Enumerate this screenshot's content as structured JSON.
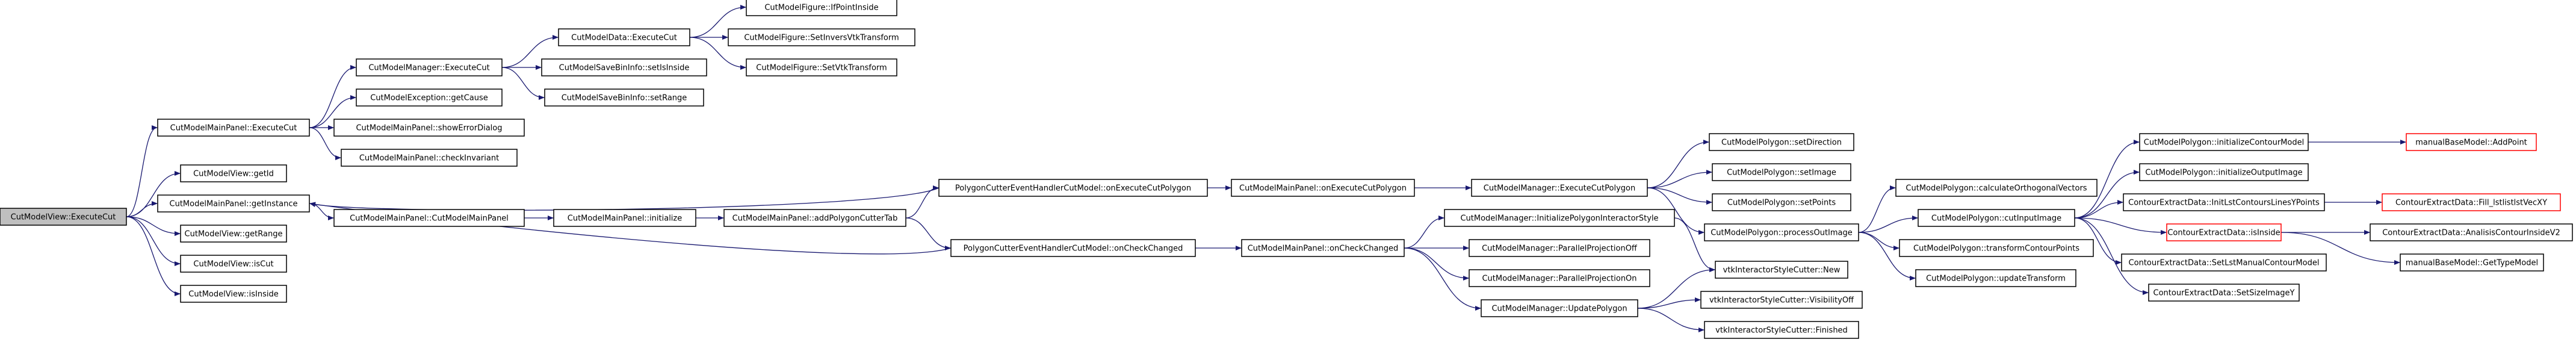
{
  "colors": {
    "edge": "#191970",
    "node_border": "#000000",
    "node_fill": "#ffffff",
    "root_fill": "#bfbfbf",
    "highlight_border": "#ff0000",
    "text": "#000000"
  },
  "nodes": [
    {
      "id": "root",
      "label": "CutModelView::ExecuteCut",
      "style": "root"
    },
    {
      "id": "mp_execcut",
      "label": "CutModelMainPanel::ExecuteCut",
      "style": "normal"
    },
    {
      "id": "view_getid",
      "label": "CutModelView::getId",
      "style": "normal"
    },
    {
      "id": "mp_getinstance",
      "label": "CutModelMainPanel::getInstance",
      "style": "normal"
    },
    {
      "id": "view_getrange",
      "label": "CutModelView::getRange",
      "style": "normal"
    },
    {
      "id": "view_iscut",
      "label": "CutModelView::isCut",
      "style": "normal"
    },
    {
      "id": "view_isinside",
      "label": "CutModelView::isInside",
      "style": "normal"
    },
    {
      "id": "mgr_execcut",
      "label": "CutModelManager::ExecuteCut",
      "style": "normal"
    },
    {
      "id": "exc_getcause",
      "label": "CutModelException::getCause",
      "style": "normal"
    },
    {
      "id": "mp_showerror",
      "label": "CutModelMainPanel::showErrorDialog",
      "style": "normal"
    },
    {
      "id": "mp_checkinv",
      "label": "CutModelMainPanel::checkInvariant",
      "style": "normal"
    },
    {
      "id": "data_execcut",
      "label": "CutModelData::ExecuteCut",
      "style": "normal"
    },
    {
      "id": "save_setisinside",
      "label": "CutModelSaveBinInfo::setIsInside",
      "style": "normal"
    },
    {
      "id": "save_setrange",
      "label": "CutModelSaveBinInfo::setRange",
      "style": "normal"
    },
    {
      "id": "fig_ifpoint",
      "label": "CutModelFigure::IfPointInside",
      "style": "normal"
    },
    {
      "id": "fig_setinvers",
      "label": "CutModelFigure::SetInversVtkTransform",
      "style": "normal"
    },
    {
      "id": "fig_setvtk",
      "label": "CutModelFigure::SetVtkTransform",
      "style": "normal"
    },
    {
      "id": "mp_ctor",
      "label": "CutModelMainPanel::CutModelMainPanel",
      "style": "normal"
    },
    {
      "id": "mp_init",
      "label": "CutModelMainPanel::initialize",
      "style": "normal"
    },
    {
      "id": "mp_addpoly",
      "label": "CutModelMainPanel::addPolygonCutterTab",
      "style": "normal"
    },
    {
      "id": "pch_onexec",
      "label": "PolygonCutterEventHandlerCutModel::onExecuteCutPolygon",
      "style": "normal"
    },
    {
      "id": "pch_oncheck",
      "label": "PolygonCutterEventHandlerCutModel::onCheckChanged",
      "style": "normal"
    },
    {
      "id": "mp_onexec",
      "label": "CutModelMainPanel::onExecuteCutPolygon",
      "style": "normal"
    },
    {
      "id": "mp_oncheck",
      "label": "CutModelMainPanel::onCheckChanged",
      "style": "normal"
    },
    {
      "id": "mgr_execpoly",
      "label": "CutModelManager::ExecuteCutPolygon",
      "style": "normal"
    },
    {
      "id": "mgr_initpoly",
      "label": "CutModelManager::InitializePolygonInteractorStyle",
      "style": "normal"
    },
    {
      "id": "mgr_parproff",
      "label": "CutModelManager::ParallelProjectionOff",
      "style": "normal"
    },
    {
      "id": "mgr_parpron",
      "label": "CutModelManager::ParallelProjectionOn",
      "style": "normal"
    },
    {
      "id": "mgr_updpoly",
      "label": "CutModelManager::UpdatePolygon",
      "style": "normal"
    },
    {
      "id": "poly_setdir",
      "label": "CutModelPolygon::setDirection",
      "style": "normal"
    },
    {
      "id": "poly_setimage",
      "label": "CutModelPolygon::setImage",
      "style": "normal"
    },
    {
      "id": "poly_setpoints",
      "label": "CutModelPolygon::setPoints",
      "style": "normal"
    },
    {
      "id": "poly_process",
      "label": "CutModelPolygon::processOutImage",
      "style": "normal"
    },
    {
      "id": "vtk_new",
      "label": "vtkInteractorStyleCutter::New",
      "style": "normal"
    },
    {
      "id": "vtk_visoff",
      "label": "vtkInteractorStyleCutter::VisibilityOff",
      "style": "normal"
    },
    {
      "id": "vtk_finished",
      "label": "vtkInteractorStyleCutter::Finished",
      "style": "normal"
    },
    {
      "id": "poly_calcorth",
      "label": "CutModelPolygon::calculateOrthogonalVectors",
      "style": "normal"
    },
    {
      "id": "poly_cutinput",
      "label": "CutModelPolygon::cutInputImage",
      "style": "normal"
    },
    {
      "id": "poly_transform",
      "label": "CutModelPolygon::transformContourPoints",
      "style": "normal"
    },
    {
      "id": "poly_updtrans",
      "label": "CutModelPolygon::updateTransform",
      "style": "normal"
    },
    {
      "id": "poly_initcont",
      "label": "CutModelPolygon::initializeContourModel",
      "style": "normal"
    },
    {
      "id": "poly_initout",
      "label": "CutModelPolygon::initializeOutputImage",
      "style": "normal"
    },
    {
      "id": "ced_initlst",
      "label": "ContourExtractData::InitLstContoursLinesYPoints",
      "style": "normal"
    },
    {
      "id": "ced_isinside",
      "label": "ContourExtractData::isInside",
      "style": "highlight"
    },
    {
      "id": "ced_setlst",
      "label": "ContourExtractData::SetLstManualContourModel",
      "style": "normal"
    },
    {
      "id": "ced_setsize",
      "label": "ContourExtractData::SetSizeImageY",
      "style": "normal"
    },
    {
      "id": "mbm_addpoint",
      "label": "manualBaseModel::AddPoint",
      "style": "highlight"
    },
    {
      "id": "ced_fill",
      "label": "ContourExtractData::Fill_lstlistlstVecXY",
      "style": "highlight"
    },
    {
      "id": "ced_analisis",
      "label": "ContourExtractData::AnalisisContourInsideV2",
      "style": "normal"
    },
    {
      "id": "mbm_gettype",
      "label": "manualBaseModel::GetTypeModel",
      "style": "normal"
    }
  ],
  "edges": [
    [
      "root",
      "mp_execcut"
    ],
    [
      "root",
      "view_getid"
    ],
    [
      "root",
      "mp_getinstance"
    ],
    [
      "root",
      "view_getrange"
    ],
    [
      "root",
      "view_iscut"
    ],
    [
      "root",
      "view_isinside"
    ],
    [
      "mp_execcut",
      "mgr_execcut"
    ],
    [
      "mp_execcut",
      "exc_getcause"
    ],
    [
      "mp_execcut",
      "mp_showerror"
    ],
    [
      "mp_execcut",
      "mp_checkinv"
    ],
    [
      "mgr_execcut",
      "data_execcut"
    ],
    [
      "mgr_execcut",
      "save_setisinside"
    ],
    [
      "mgr_execcut",
      "save_setrange"
    ],
    [
      "data_execcut",
      "fig_ifpoint"
    ],
    [
      "data_execcut",
      "fig_setinvers"
    ],
    [
      "data_execcut",
      "fig_setvtk"
    ],
    [
      "mp_getinstance",
      "mp_ctor"
    ],
    [
      "mp_ctor",
      "mp_init"
    ],
    [
      "mp_init",
      "mp_addpoly"
    ],
    [
      "mp_addpoly",
      "pch_onexec"
    ],
    [
      "mp_addpoly",
      "pch_oncheck"
    ],
    [
      "pch_onexec",
      "mp_getinstance"
    ],
    [
      "pch_oncheck",
      "mp_getinstance"
    ],
    [
      "pch_onexec",
      "mp_onexec"
    ],
    [
      "pch_oncheck",
      "mp_oncheck"
    ],
    [
      "mp_onexec",
      "mgr_execpoly"
    ],
    [
      "mgr_execpoly",
      "poly_setdir"
    ],
    [
      "mgr_execpoly",
      "poly_setimage"
    ],
    [
      "mgr_execpoly",
      "poly_setpoints"
    ],
    [
      "mgr_execpoly",
      "poly_process"
    ],
    [
      "mp_oncheck",
      "mgr_initpoly"
    ],
    [
      "mp_oncheck",
      "mgr_parproff"
    ],
    [
      "mp_oncheck",
      "mgr_parpron"
    ],
    [
      "mp_oncheck",
      "mgr_updpoly"
    ],
    [
      "mgr_initpoly",
      "vtk_new"
    ],
    [
      "mgr_updpoly",
      "vtk_new"
    ],
    [
      "mgr_updpoly",
      "vtk_visoff"
    ],
    [
      "mgr_updpoly",
      "vtk_finished"
    ],
    [
      "poly_process",
      "poly_calcorth"
    ],
    [
      "poly_process",
      "poly_cutinput"
    ],
    [
      "poly_process",
      "poly_transform"
    ],
    [
      "poly_process",
      "poly_updtrans"
    ],
    [
      "poly_cutinput",
      "poly_initcont"
    ],
    [
      "poly_cutinput",
      "poly_initout"
    ],
    [
      "poly_cutinput",
      "ced_initlst"
    ],
    [
      "poly_cutinput",
      "ced_isinside"
    ],
    [
      "poly_cutinput",
      "ced_setlst"
    ],
    [
      "poly_cutinput",
      "ced_setsize"
    ],
    [
      "poly_initcont",
      "mbm_addpoint"
    ],
    [
      "ced_initlst",
      "ced_fill"
    ],
    [
      "ced_isinside",
      "ced_analisis"
    ],
    [
      "ced_isinside",
      "mbm_gettype"
    ]
  ]
}
